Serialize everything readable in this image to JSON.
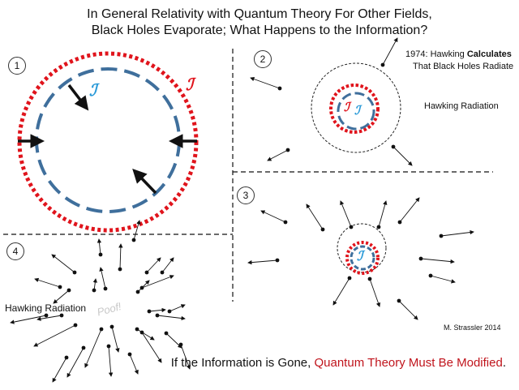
{
  "title": {
    "line1": "In General Relativity with Quantum Theory For Other Fields,",
    "line2": "Black Holes Evaporate; What Happens to the Information?"
  },
  "panels": [
    {
      "number": "1",
      "outer_symbol": "ℐ",
      "inner_symbol": "ℐ"
    },
    {
      "number": "2",
      "note_line1_prefix": "1974: Hawking ",
      "note_line1_bold": "Calculates",
      "note_line2": "That Black Holes Radiate",
      "radiation_label": "Hawking Radiation",
      "outer_symbol": "ℐ",
      "inner_symbol": "ℐ"
    },
    {
      "number": "3",
      "symbol": "ℐ"
    },
    {
      "number": "4",
      "radiation_label": "Hawking Radiation",
      "poof": "Poof!"
    }
  ],
  "credit": "M. Strassler 2014",
  "footer": {
    "prefix": "If the Information is Gone, ",
    "highlight": "Quantum Theory Must Be Modified",
    "suffix": "."
  },
  "colors": {
    "horizon_red": "#e0141c",
    "inner_blue": "#3f6f9c",
    "symbol_blue": "#2a9ad8",
    "footer_red": "#c0141c"
  }
}
